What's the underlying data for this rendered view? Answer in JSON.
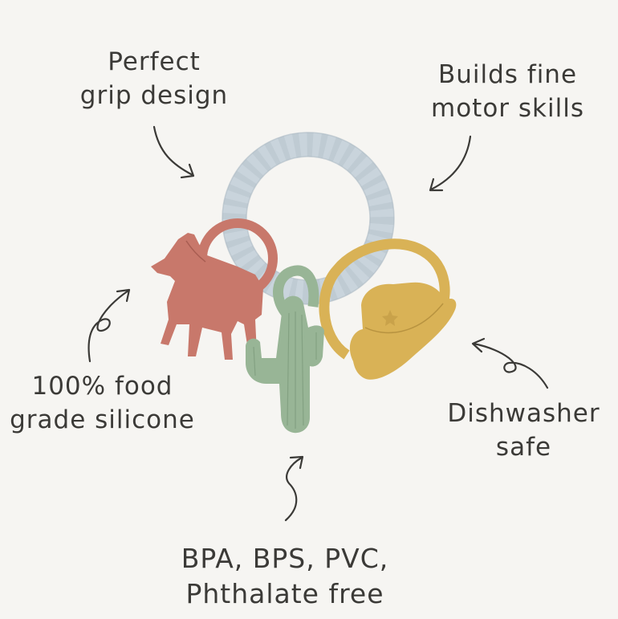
{
  "callouts": {
    "grip": {
      "line1": "Perfect",
      "line2": "grip design"
    },
    "motor": {
      "line1": "Builds fine",
      "line2": "motor skills"
    },
    "food": {
      "line1": "100% food",
      "line2": "grade silicone"
    },
    "dishwasher": {
      "line1": "Dishwasher",
      "line2": "safe"
    },
    "bpa": {
      "line1": "BPA, BPS, PVC,",
      "line2": "Phthalate free"
    }
  },
  "colors": {
    "background": "#f6f5f2",
    "text": "#3b3a37",
    "ring": "#c9d4dc",
    "horse": "#c8786b",
    "cactus": "#98b596",
    "hat": "#d9b256"
  }
}
